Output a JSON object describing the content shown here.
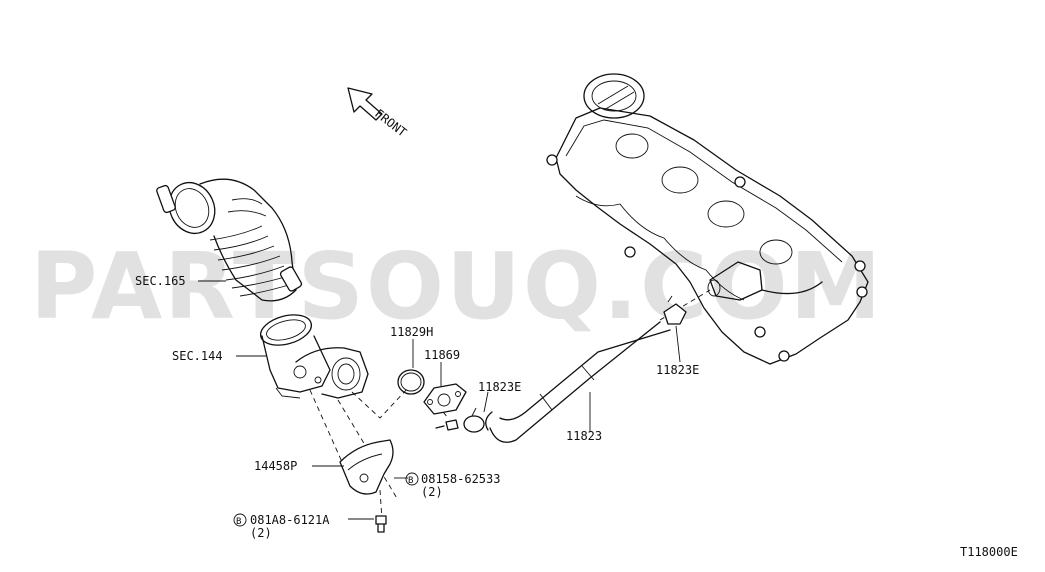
{
  "watermark": "PARTSOUQ.COM",
  "front_label": "FRONT",
  "diagram_code": "T118000E",
  "labels": {
    "sec165": "SEC.165",
    "sec144": "SEC.144",
    "p11829h": "11829H",
    "p11869": "11869",
    "p11823e_left": "11823E",
    "p11823": "11823",
    "p11823e_right": "11823E",
    "p14458p": "14458P",
    "bolt1_code": "08158-62533",
    "bolt1_qty": "(2)",
    "bolt1_marker": "B",
    "bolt2_code": "081A8-6121A",
    "bolt2_qty": "(2)",
    "bolt2_marker": "B"
  }
}
